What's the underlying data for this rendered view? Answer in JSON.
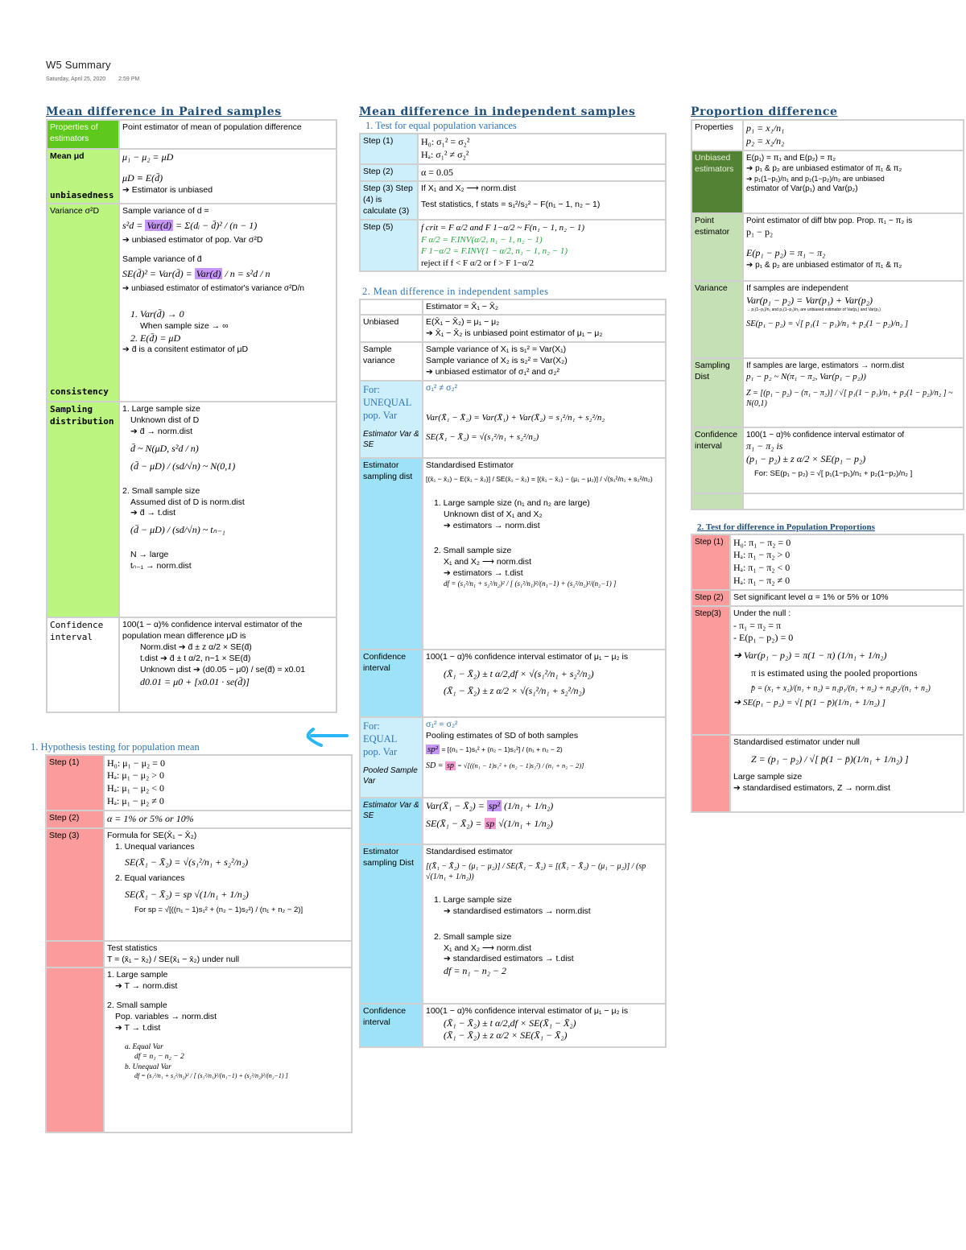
{
  "header": {
    "title": "W5 Summary",
    "date": "Saturday, April 25, 2020",
    "time": "2:59 PM"
  },
  "colors": {
    "paired_label_dark": "#5ec81c",
    "paired_label_light": "#bbf57f",
    "hypothesis_label": "#fb9b9b",
    "indep_label_light": "#cdeffb",
    "indep_label_strong": "#9ee2f8",
    "prop_dark": "#548235",
    "prop_light": "#c5e0b4",
    "section_title": "#1f4e79",
    "subtitle_blue": "#2e75b6",
    "excel_green": "#1fa538",
    "highlight_purple": "#c596f5",
    "highlight_pink": "#f59bd0",
    "arrow_annotation": "#29b6f6"
  },
  "paired": {
    "title": "Mean difference in Paired samples",
    "rows": [
      {
        "label": "Properties of estimators",
        "lines": [
          "Point estimator of mean of population difference"
        ]
      },
      {
        "label": "Mean μd",
        "label2": "unbiasedness",
        "lines": [
          "μ₁ − μ₂ = μD",
          "",
          "μD ≡ E(d̄)",
          "➔ Estimator is unbiased"
        ]
      },
      {
        "label": "Variance σ²D",
        "label2": "consistency",
        "lines": [
          "Sample variance of d =",
          "s²d = ",
          "Var(d)",
          " = Σ(dᵢ − d̄)² / (n − 1)",
          "➔ unbiased estimator of pop. Var σ²D",
          "Sample variance of d̄",
          "SE(d̄)² = Var(d̄) = ",
          "Var(d)",
          " / n = s²d / n",
          "➔ unbiased estimator of estimator's variance σ²D/n",
          "1. Var(d̄) → 0",
          "When sample size → ∞",
          "2. E(d̄) = μD",
          "➔ d̄ is a consitent estimator of μD"
        ]
      },
      {
        "label": "Sampling distribution",
        "lines": [
          "1. Large sample size",
          "Unknown dist of D",
          "➔   d̄ → norm.dist",
          "d̄ ~ N(μD, s²d / n)",
          "(d̄ − μD) / (sd/√n) ~ N(0,1)",
          "2. Small sample size",
          "Assumed dist of D is norm.dist",
          "➔   d̄ → t.dist",
          "(d̄ − μD) / (sd/√n) ~ tₙ₋₁",
          "N → large",
          "tₙ₋₁ → norm.dist"
        ]
      },
      {
        "label": "Confidence interval",
        "lines": [
          "100(1 − α)% confidence interval estimator of the population mean difference μD is",
          "Norm.dist ➔   d̄ ± z α/2 × SE(d̄)",
          "t.dist ➔ d̄ ± t α/2, n−1 × SE(d̄)",
          "Unknown dist ➔   (d0.05 − μ0) / se(d̄) = x0.01",
          "d0.01 = μ0 + [x0.01 · se(d̄)]"
        ]
      }
    ]
  },
  "hypothesis_mean": {
    "title": "1. Hypothesis testing for population mean",
    "rows": [
      {
        "label": "Step (1)",
        "lines": [
          "H₀: μ₁ − μ₂ = 0",
          "Hₐ: μ₁ − μ₂ > 0",
          "Hₐ: μ₁ − μ₂ < 0",
          "Hₐ: μ₁ − μ₂ ≠ 0"
        ]
      },
      {
        "label": "Step (2)",
        "lines": [
          "α = 1% or 5% or 10%"
        ]
      },
      {
        "label": "Step (3)",
        "lines": [
          "Formula for SE(X̄₁ − X̄₂)",
          "1. Unequal variances",
          "SE(X̄₁ − X̄₂) = √(s₁²/n₁ + s₂²/n₂)",
          "2. Equal variances",
          "SE(X̄₁ − X̄₂) = sp √(1/n₁ + 1/n₂)",
          "For sp = √[((n₁ − 1)s₁² + (n₂ − 1)s₂²) / (n₁ + n₂ − 2)]"
        ]
      },
      {
        "label": "",
        "lines": [
          "Test statistics",
          "T = (x̄₁ − x̄₂) / SE(x̄₁ − x̄₂) under null"
        ]
      },
      {
        "label": "",
        "lines": [
          "1. Large sample",
          "➔   T → norm.dist",
          "2. Small sample",
          "Pop. variables → norm.dist",
          "➔ T → t.dist",
          "a. Equal Var",
          "df = n₁ − n₂ − 2",
          "b. Unequal Var",
          "df = (s₁²/n₁ + s₂²/n₂)² / [ (s₁²/n₁)²/(n₁−1) + (s₂²/n₂)²/(n₂−1) ]"
        ]
      }
    ]
  },
  "independent": {
    "title": "Mean difference in independent samples",
    "sub1": "1.  Test for equal population variances",
    "test_rows": [
      {
        "label": "Step (1)",
        "lines": [
          "H₀: σ₁² = σ₂²",
          "Hₐ: σ₁² ≠ σ₂²"
        ]
      },
      {
        "label": "Step (2)",
        "lines": [
          "α = 0.05"
        ]
      },
      {
        "label": "Step (3) Step (4) is calculate (3)",
        "lines": [
          "If X₁ and X₂ ⟶ norm.dist",
          "Test statistics,  f stats = s₁²/s₂² ~ F(n₁ − 1, n₂ − 1)"
        ]
      },
      {
        "label": "Step (5)",
        "lines": [
          "f crit = F α/2 and F 1−α/2 ~ F(n₁ − 1, n₂ − 1)",
          "F α/2 = F.INV(α/2, n₁ − 1, n₂ − 1)",
          "F 1−α/2 = F.INV(1 − α/2, n₁ − 1, n₂ − 1)",
          "reject if f < F α/2 or f > F 1−α/2"
        ]
      }
    ],
    "sub2": "2.  Mean difference in independent samples",
    "rows": [
      {
        "label": "",
        "lines": [
          "Estimator = X̄₁ − X̄₂"
        ]
      },
      {
        "label": "Unbiased",
        "lines": [
          "E(X̄₁ − X̄₂) = μ₁ − μ₂",
          "➔ X̄₁ − X̄₂ is unbiased point estimator of μ₁ − μ₂"
        ]
      },
      {
        "label": "Sample variance",
        "lines": [
          "Sample variance of X₁ is s₁² = Var(X₁)",
          "Sample variance of X₂ is s₂² = Var(X₂)",
          "➔ unbiased estimator of σ₁² and σ₂²"
        ]
      },
      {
        "label": "For: UNEQUAL pop. Var",
        "label2": "Estimator Var & SE",
        "lines": [
          "σ₁² ≠ σ₂²",
          "Var(X̄₁ − X̄₂) = Var(X̄₁) + Var(X̄₂) = s₁²/n₁ + s₂²/n₂",
          "SE(X̄₁ − X̄₂) = √(s₁²/n₁ + s₂²/n₂)"
        ]
      },
      {
        "label": "Estimator sampling dist",
        "lines": [
          "Standardised Estimator",
          "[(x̄₁ − x̄₂) − E(x̄₁ − x̄₂)] / SE(x̄₁ − x̄₂) = [(x̄₁ − x̄₂) − (μ₁ − μ₂)] / √(s₁²/n₁ + s₂²/n₂)",
          "1. Large sample size (n₁ and n₂ are large)",
          "Unknown dist of X₁ and X₂",
          "➔ estimators → norm.dist",
          "2. Small sample size",
          "X₁ and X₂ ⟶ norm.dist",
          "➔ estimators → t.dist",
          "df = (s₁²/n₁ + s₂²/n₂)² / [ (s₁²/n₁)²/(n₁−1) + (s₂²/n₂)²/(n₂−1) ]"
        ]
      },
      {
        "label": "Confidence interval",
        "lines": [
          "100(1 − α)% confidence interval estimator of μ₁ − μ₂ is",
          "(X̄₁ − X̄₂) ± t α/2,df × √(s₁²/n₁ + s₂²/n₂)",
          "(X̄₁ − X̄₂) ± z α/2 × √(s₁²/n₁ + s₂²/n₂)"
        ]
      },
      {
        "label": "For: EQUAL pop. Var",
        "label2": "Pooled Sample Var",
        "lines": [
          "σ₁² = σ₂²",
          "Pooling estimates of SD of both samples",
          "sp²",
          " = [(n₁ − 1)s₁² + (n₂ − 1)s₂²] / (n₁ + n₂ − 2)",
          "SD = ",
          "sp",
          " = √[((n₁ − 1)s₁² + (n₂ − 1)s₂²) / (n₁ + n₂ − 2)]"
        ]
      },
      {
        "label": "Estimator Var & SE",
        "lines": [
          "Var(X̄₁ − X̄₂) = ",
          "sp²",
          " (1/n₁ + 1/n₂)",
          "SE(X̄₁ − X̄₂) = ",
          "sp",
          " √(1/n₁ + 1/n₂)"
        ]
      },
      {
        "label": "Estimator sampling Dist",
        "lines": [
          "Standardised estimator",
          "[(X̄₁ − X̄₂) − (μ₁ − μ₂)] / SE(X̄₁ − X̄₂) = [(X̄₁ − X̄₂) − (μ₁ − μ₂)] / (sp √(1/n₁ + 1/n₂))",
          "1. Large sample size",
          "➔ standardised estimators → norm.dist",
          "2. Small sample size",
          "X₁ and X₂ ⟶ norm.dist",
          "➔ standardised estimators → t.dist",
          "df = n₁ − n₂ − 2"
        ]
      },
      {
        "label": "Confidence interval",
        "lines": [
          "100(1 − α)% confidence interval estimator of μ₁ − μ₂ is",
          "(X̄₁ − X̄₂) ± t α/2,df × SE(X̄₁ − X̄₂)",
          "(X̄₁ − X̄₂) ± z α/2 × SE(X̄₁ − X̄₂)"
        ]
      }
    ]
  },
  "proportion": {
    "title": "Proportion difference",
    "rows": [
      {
        "label": "Properties",
        "lines": [
          "p₁ = x₁/n₁",
          "p₂ = x₂/n₂"
        ]
      },
      {
        "label": "Unbiased estimators",
        "lines": [
          "E(p₁) = π₁ and E(p₂) = π₂",
          "➔   p₁ & p₂ are unbiased estimator of π₁ & π₂",
          "➔   p₁(1−p₁)/n₁ and p₂(1−p₂)/n₂   are unbiased",
          "estimator of Var(p₁) and Var(p₂)"
        ]
      },
      {
        "label": "Point estimator",
        "lines": [
          "Point estimator of diff btw pop. Prop. π₁ − π₂ is",
          "p₁ − p₂",
          "E(p₁ − p₂) = π₁ − π₂",
          "➔   p₁ & p₂ are unbiased estimator of π₁ & π₂"
        ]
      },
      {
        "label": "Variance",
        "lines": [
          "If samples are independent",
          "Var(p₁ − p₂) = Var(p₁) + Var(p₂)",
          "→ p₁(1−p₁)/n₁ and p₂(1−p₂)/n₂ are unbiased estimator of Var(p₁) and Var(p₂)",
          "SE(p₁ − p₂) = √[ p₁(1 − p₁)/n₁ + p₂(1 − p₂)/n₂ ]"
        ]
      },
      {
        "label": "Sampling Dist",
        "lines": [
          "If samples are large, estimators → norm.dist",
          "p₁ − p₂ ~ N(π₁ − π₂, Var(p₁ − p₂))",
          "Z = [(p₁ − p₂) − (π₁ − π₂)] / √[ p₁(1 − p₁)/n₁ + p₂(1 − p₂)/n₂ ] ~ N(0,1)"
        ]
      },
      {
        "label": "Confidence interval",
        "lines": [
          "100(1 − α)% confidence interval estimator of",
          "π₁ − π₂ is",
          "(p₁ − p₂) ± z α/2 × SE(p₁ − p₂)",
          "For: SE(p₁ − p₂) = √[ p₁(1−p₁)/n₁ + p₂(1−p₂)/n₂ ]"
        ]
      },
      {
        "label": "",
        "lines": [
          ""
        ]
      }
    ]
  },
  "prop_test": {
    "title": "2.  Test for difference in Population Proportions",
    "rows": [
      {
        "label": "Step (1)",
        "lines": [
          "H₀: π₁ − π₂ = 0",
          "Hₐ: π₁ − π₂ > 0",
          "Hₐ: π₁ − π₂ < 0",
          "Hₐ: π₁ − π₂ ≠ 0"
        ]
      },
      {
        "label": "Step (2)",
        "lines": [
          "Set significant level α = 1% or 5% or 10%"
        ]
      },
      {
        "label": "Step(3)",
        "lines": [
          "Under the null :",
          "- π₁ = π₂ = π",
          "- E(p₁ − p₂) = 0",
          "➔ Var(p₁ − p₂) = π(1 − π) (1/n₁ + 1/n₂)",
          "π is estimated using the pooled proportions",
          "p̄ = (x₁ + x₂)/(n₁ + n₂) = n₁p₁/(n₁ + n₂) + n₂p₂/(n₁ + n₂)",
          "➔   SE(p₁ − p₂) = √[ p̄(1 − p̄)(1/n₁ + 1/n₂) ]"
        ]
      },
      {
        "label": "",
        "lines": [
          "Standardised estimator under null",
          "Z = (p₁ − p₂) / √[ p̄(1 − p̄)(1/n₁ + 1/n₂) ]",
          "Large sample size",
          "➔ standardised estimators, Z → norm.dist"
        ]
      }
    ]
  }
}
